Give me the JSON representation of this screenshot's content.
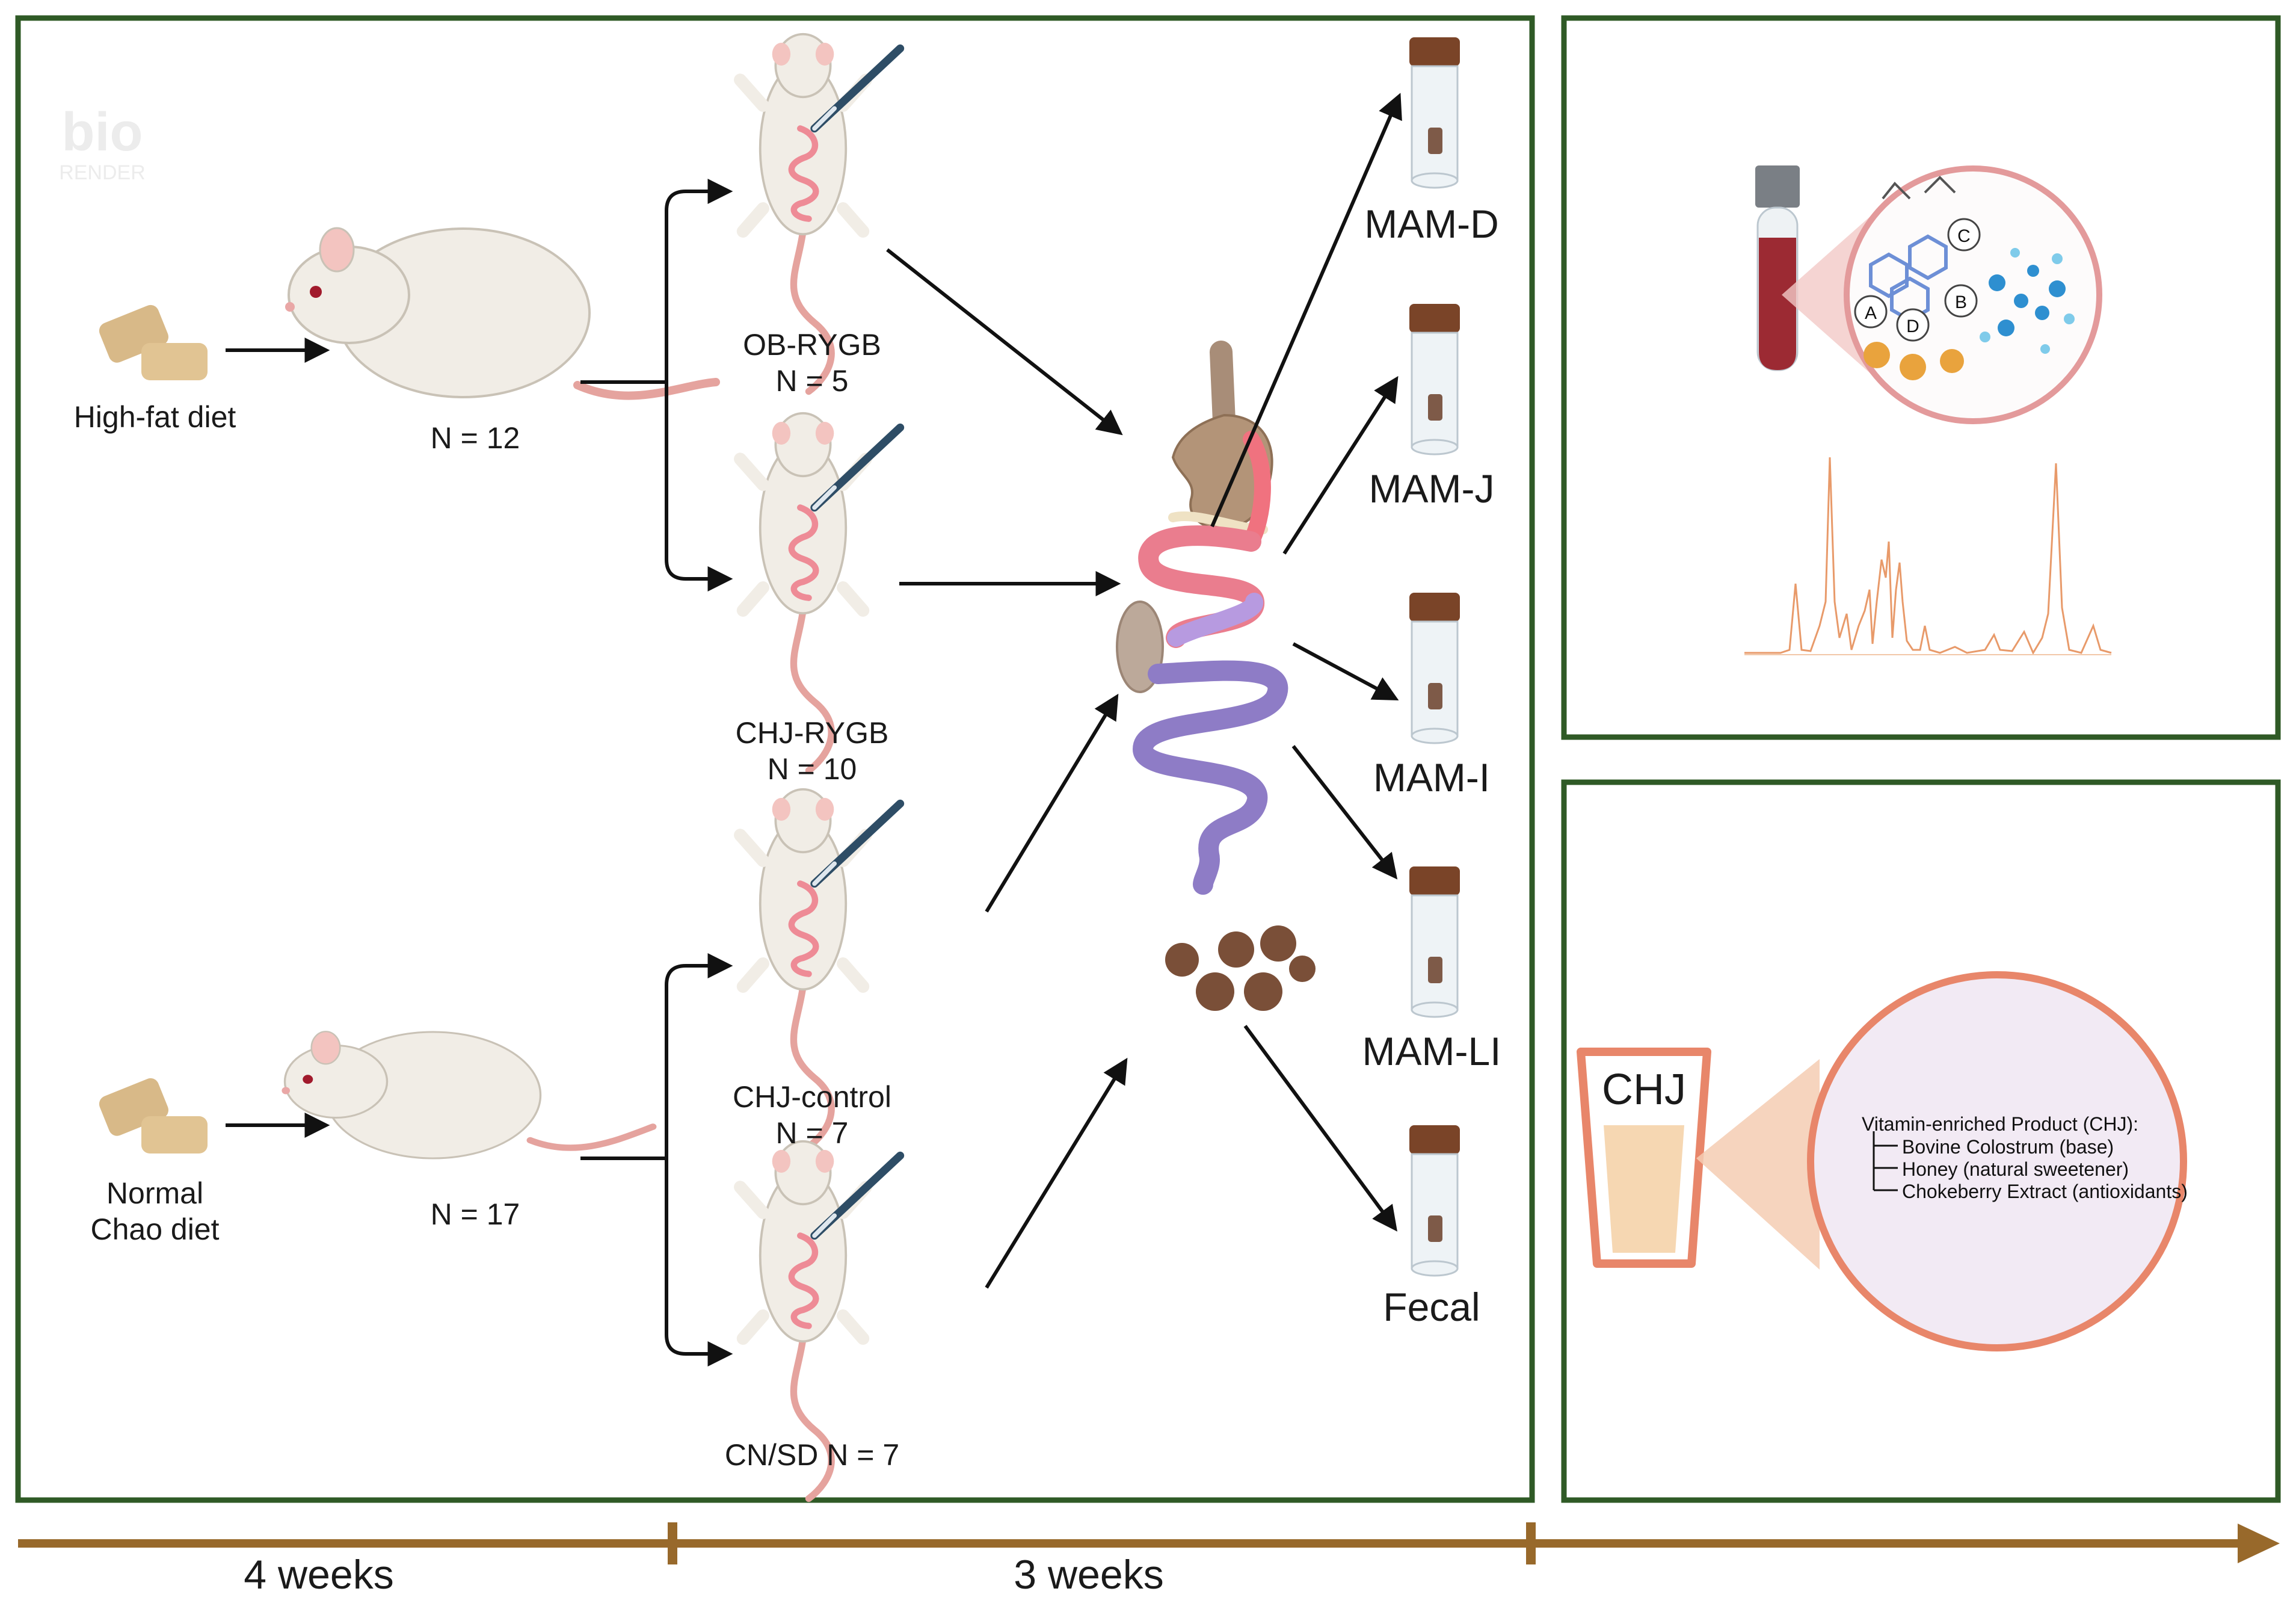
{
  "diets": {
    "high_fat": "High-fat diet",
    "normal_line1": "Normal",
    "normal_line2": "Chao diet"
  },
  "groups": {
    "hfd_n": "N = 12",
    "normal_n": "N = 17",
    "ob_rygb_name": "OB-RYGB",
    "ob_rygb_n": "N = 5",
    "chj_rygb_name": "CHJ-RYGB",
    "chj_rygb_n": "N = 10",
    "chj_control_name": "CHJ-control",
    "chj_control_n": "N = 7",
    "cn_sd": "CN/SD N = 7"
  },
  "samples": [
    "MAM-D",
    "MAM-J",
    "MAM-I",
    "MAM-LI",
    "Fecal"
  ],
  "timeline": {
    "period1": "4 weeks",
    "period2": "3 weeks"
  },
  "product": {
    "cup_label": "CHJ",
    "title": "Vitamin-enriched  Product (CHJ):",
    "ingredients": [
      "Bovine Colostrum (base)",
      "Honey (natural sweetener)",
      "Chokeberry Extract (antioxidants)"
    ]
  },
  "metabolite_letters": [
    "A",
    "B",
    "C",
    "D"
  ],
  "watermark": {
    "line1": "bio",
    "line2": "RENDER"
  },
  "colors": {
    "frame_green": "#2f5a26",
    "timeline_brown": "#98692b",
    "mouse_fur": "#f0ece4",
    "intestine_pink": "#ea7d8e",
    "intestine_purple": "#9a86c8",
    "tube_cap": "#7a4428",
    "cup_orange": "#e8866a",
    "nmr_line": "#e89a6a",
    "blood_red": "#9c2a33"
  }
}
